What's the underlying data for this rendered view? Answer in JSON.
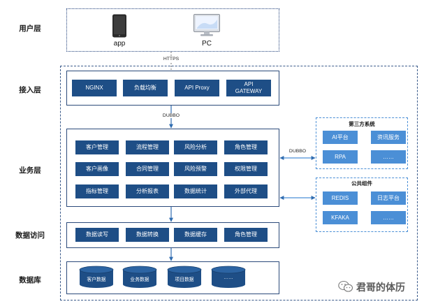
{
  "layers": {
    "user": "用户层",
    "access": "接入层",
    "business": "业务层",
    "data_access": "数据访问",
    "database": "数据库"
  },
  "user_layer": {
    "app_label": "app",
    "pc_label": "PC"
  },
  "connectors": {
    "https": "HTTPS",
    "dubbo_access_business": "DUBBO",
    "dubbo_business_thirdparty": "DUBBO"
  },
  "access_layer": {
    "items": [
      "NGINX",
      "负载均衡",
      "API Proxy",
      "API\nGATEWAY"
    ]
  },
  "business_layer": {
    "rows": [
      [
        "客户管理",
        "流程管理",
        "风险分析",
        "角色管理"
      ],
      [
        "客户画像",
        "合同管理",
        "风险预警",
        "权限管理"
      ],
      [
        "指标管理",
        "分析报表",
        "数据统计",
        "外部代理"
      ]
    ]
  },
  "data_access_layer": {
    "items": [
      "数据读写",
      "数据转换",
      "数据缓存",
      "角色管理"
    ]
  },
  "database_layer": {
    "items": [
      "客户数据",
      "业务数据",
      "项目数据",
      "……"
    ]
  },
  "third_party": {
    "title": "第三方系统",
    "items": [
      "AI平台",
      "资讯服务",
      "RPA",
      "……"
    ]
  },
  "public_components": {
    "title": "公共组件",
    "items": [
      "REDIS",
      "日志平台",
      "KFAKA",
      "……"
    ]
  },
  "watermark": {
    "text": "君哥的体历"
  },
  "colors": {
    "tile_dark": "#1e4e86",
    "tile_light": "#4b8fd6",
    "border": "#2b4a7a",
    "arrow": "#2f6cb0"
  }
}
